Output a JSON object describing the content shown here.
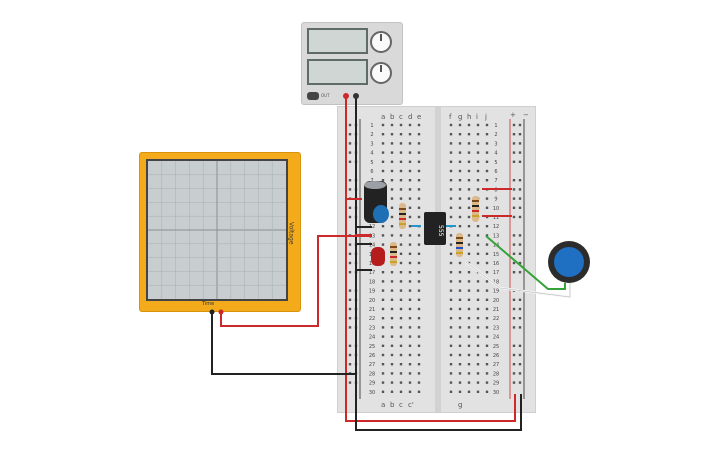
{
  "power_supply": {
    "label": "OUT",
    "screen_color": "#cfd6d3",
    "knob_color": "#fafafa"
  },
  "oscilloscope": {
    "y_label": "Voltage",
    "x_label": "Time",
    "body_color": "#f3ab1c",
    "screen_color": "#c8cdcf"
  },
  "breadboard": {
    "columns_left": [
      "a",
      "b",
      "c",
      "d",
      "e"
    ],
    "columns_right": [
      "f",
      "g",
      "h",
      "i",
      "j"
    ],
    "rows": [
      "1",
      "2",
      "3",
      "4",
      "5",
      "6",
      "7",
      "8",
      "9",
      "10",
      "11",
      "12",
      "13",
      "14",
      "15",
      "16",
      "17",
      "18",
      "19",
      "20",
      "21",
      "22",
      "23",
      "24",
      "25",
      "26",
      "27",
      "28",
      "29",
      "30"
    ],
    "rail_plus": "+",
    "rail_minus": "−",
    "bottom_columns_left": [
      "a",
      "b",
      "c",
      "c'"
    ],
    "bottom_columns_right": [
      "g"
    ],
    "board_color": "#e2e2e2"
  },
  "ic": {
    "label": "555",
    "color": "#222222"
  },
  "capacitor": {
    "color": "#222222",
    "band_color": "#9aa0a6"
  },
  "ceramic_capacitor": {
    "color": "#1f6fb5"
  },
  "led": {
    "color": "#b51d1d"
  },
  "potentiometer": {
    "knob_color": "#1f6fc2"
  },
  "wire_colors": {
    "power": "#cc2a2a",
    "ground": "#222222",
    "signal_green": "#36a33a",
    "signal_white": "#ffffff",
    "short": "#2196c8"
  }
}
